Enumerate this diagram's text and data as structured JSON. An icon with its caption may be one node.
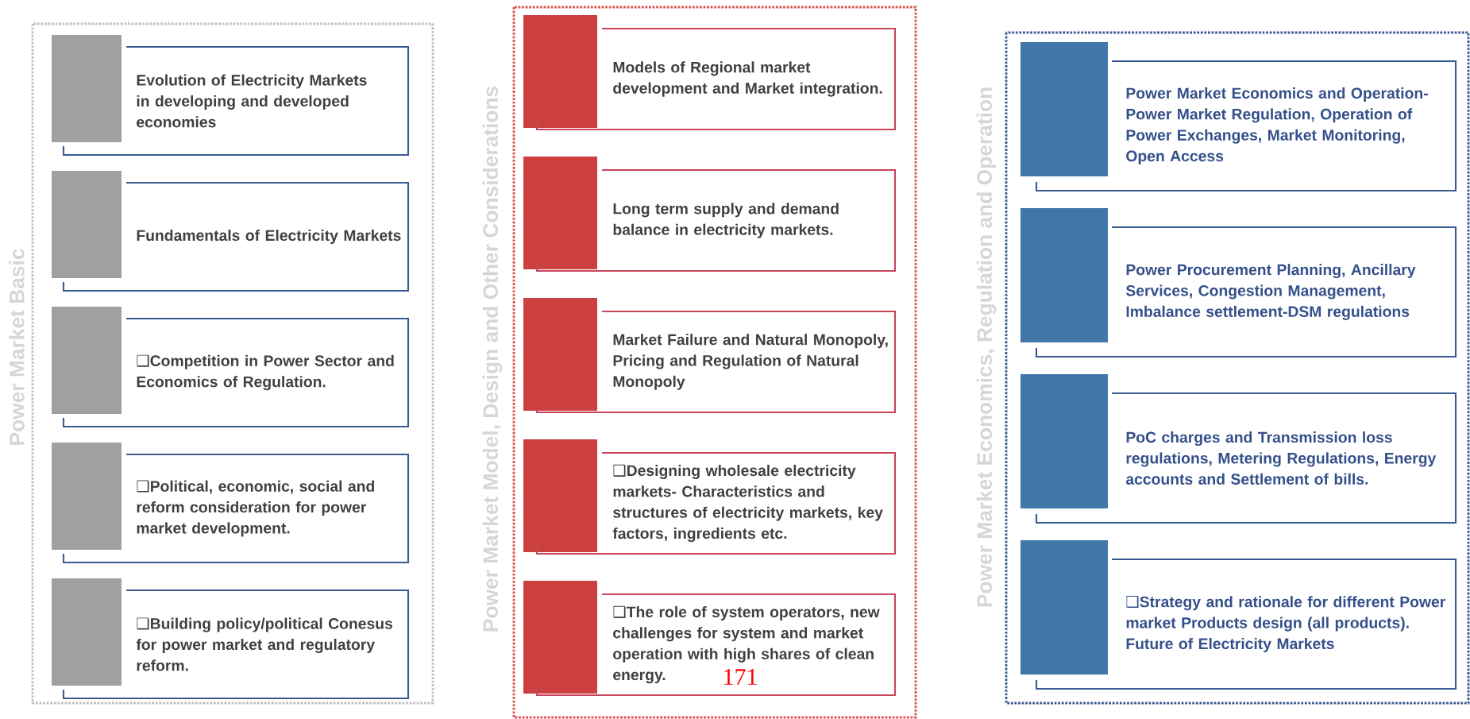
{
  "diagram": {
    "nodes": [
      {
        "text": [
          "Power Market Basic"
        ]
      },
      {
        "text": [
          "Evolution of Electricity Markets in developing and developed economies"
        ],
        "in": 0
      },
      {
        "text": [
          "Fundamentals of Electricity Markets"
        ],
        "in": 0
      },
      {
        "text": [
          "❑Competition in Power Sector and Economics of Regulation."
        ],
        "in": 0
      },
      {
        "text": [
          "❑Political, economic, social and reform consideration for power market development."
        ],
        "in": 0
      },
      {
        "text": [
          "❑Building policy/political Conesus for power market and regulatory reform."
        ],
        "in": 0
      },
      {
        "text": [
          "Power Market Model,  Design and Other Considerations"
        ]
      },
      {
        "text": [
          "Models of Regional market development and Market integration."
        ],
        "in": 6
      },
      {
        "text": [
          "Long term supply and demand balance in electricity markets."
        ],
        "in": 6
      },
      {
        "text": [
          "Market Failure and Natural Monopoly, Pricing and Regulation of Natural Monopoly"
        ],
        "in": 6
      },
      {
        "text": [
          "❑Designing wholesale electricity markets- Characteristics and structures of electricity markets, key factors, ingredients etc."
        ],
        "in": 6
      },
      {
        "text": [
          "❑The role of system operators, new challenges for system and market operation with high shares of clean energy."
        ],
        "in": 6
      },
      {
        "text": [
          "Power Market Economics, Regulation and Operation"
        ]
      },
      {
        "text": [
          "Power Market Economics and Operation- Power Market Regulation, Operation of Power Exchanges, Market Monitoring, Open Access"
        ],
        "in": 12
      },
      {
        "text": [
          "Power Procurement Planning, Ancillary Services, Congestion Management, Imbalance settlement-DSM regulations"
        ],
        "in": 12
      },
      {
        "text": [
          "PoC charges and Transmission loss regulations, Metering Regulations, Energy accounts and Settlement of bills."
        ],
        "in": 12
      },
      {
        "text": [
          "❑Strategy and rationale for different Power market Products design (all products). Future of Electricity Markets"
        ],
        "in": 12
      }
    ],
    "labels": [
      "171"
    ]
  }
}
